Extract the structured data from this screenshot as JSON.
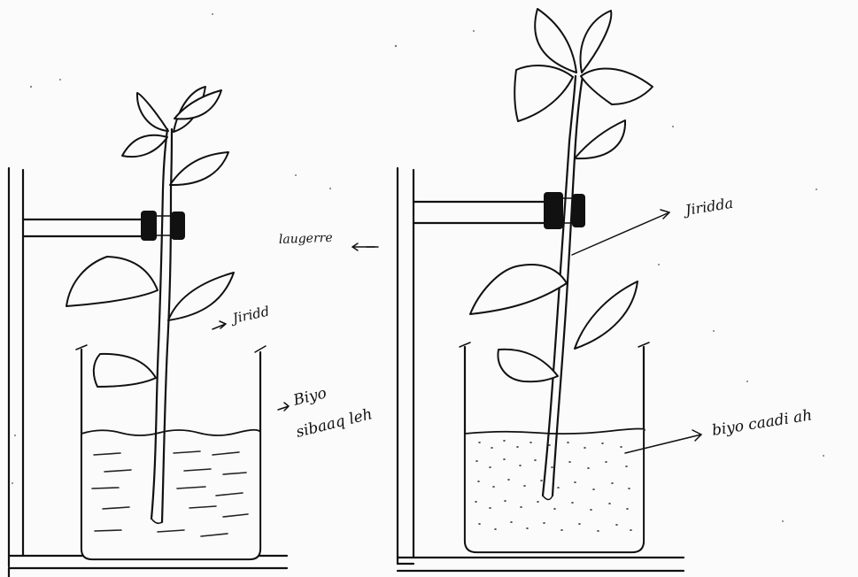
{
  "figure": {
    "labels": {
      "left_stem": "Jiridd",
      "left_water": "Biyo",
      "left_water_line2": "sibaaq leh",
      "middle_clamp": "laugerre",
      "right_stem": "Jiridda",
      "right_water": "biyo caadi ah"
    }
  }
}
